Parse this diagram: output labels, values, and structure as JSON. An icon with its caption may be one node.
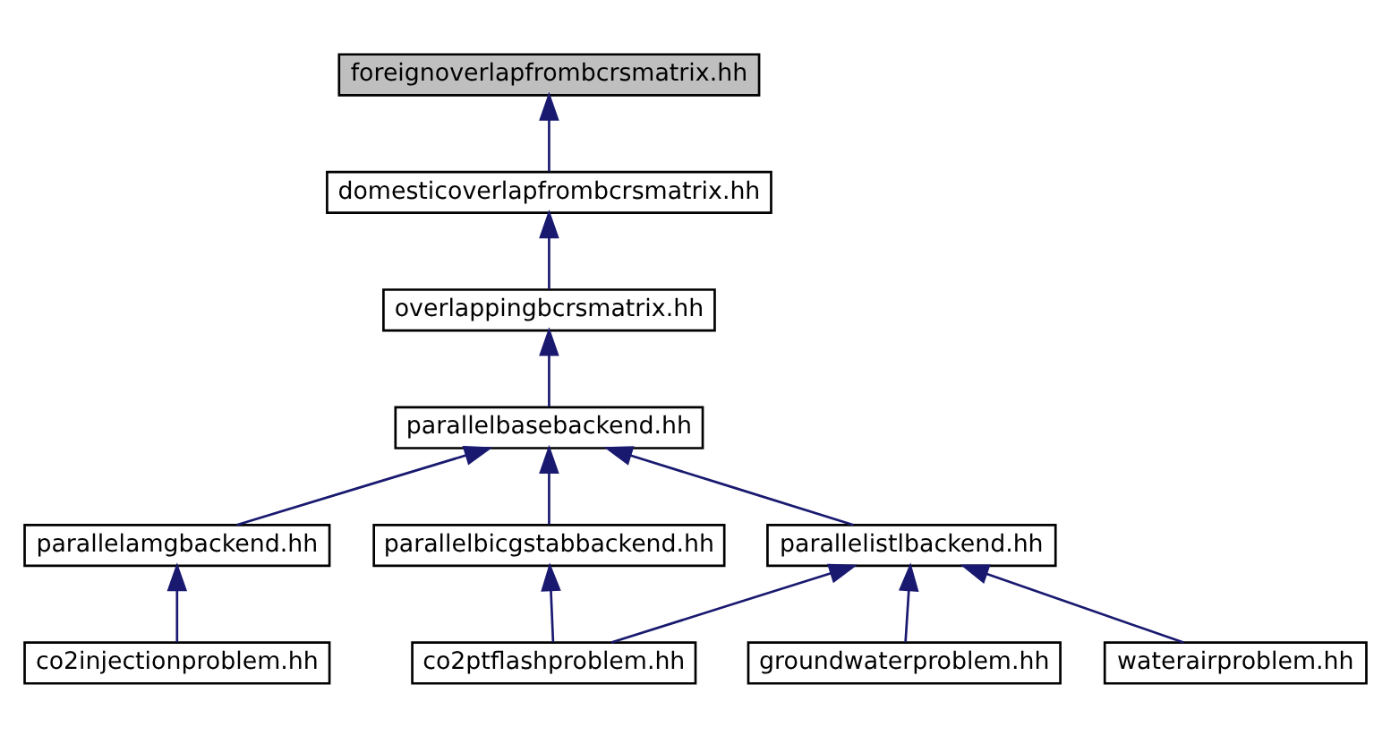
{
  "diagram": {
    "nodes": [
      {
        "text": [
          "foreignoverlapfrombcrsmatrix.hh"
        ]
      },
      {
        "text": [
          "domesticoverlapfrombcrsmatrix.hh"
        ]
      },
      {
        "text": [
          "overlappingbcrsmatrix.hh"
        ]
      },
      {
        "text": [
          "parallelbasebackend.hh"
        ]
      },
      {
        "text": [
          "parallelamgbackend.hh"
        ]
      },
      {
        "text": [
          "parallelbicgstabbackend.hh"
        ]
      },
      {
        "text": [
          "parallelistlbackend.hh"
        ]
      },
      {
        "text": [
          "co2injectionproblem.hh"
        ]
      },
      {
        "text": [
          "co2ptflashproblem.hh"
        ]
      },
      {
        "text": [
          "groundwaterproblem.hh"
        ]
      },
      {
        "text": [
          "waterairproblem.hh"
        ]
      }
    ],
    "edges": [
      {
        "from": 1,
        "to": 0,
        "arrow": "to"
      },
      {
        "from": 2,
        "to": 1,
        "arrow": "to"
      },
      {
        "from": 3,
        "to": 2,
        "arrow": "to"
      },
      {
        "from": 4,
        "to": 3,
        "arrow": "to"
      },
      {
        "from": 5,
        "to": 3,
        "arrow": "to"
      },
      {
        "from": 6,
        "to": 3,
        "arrow": "to"
      },
      {
        "from": 7,
        "to": 4,
        "arrow": "to"
      },
      {
        "from": 8,
        "to": 5,
        "arrow": "to"
      },
      {
        "from": 8,
        "to": 6,
        "arrow": "to"
      },
      {
        "from": 9,
        "to": 6,
        "arrow": "to"
      },
      {
        "from": 10,
        "to": 6,
        "arrow": "to"
      }
    ]
  }
}
